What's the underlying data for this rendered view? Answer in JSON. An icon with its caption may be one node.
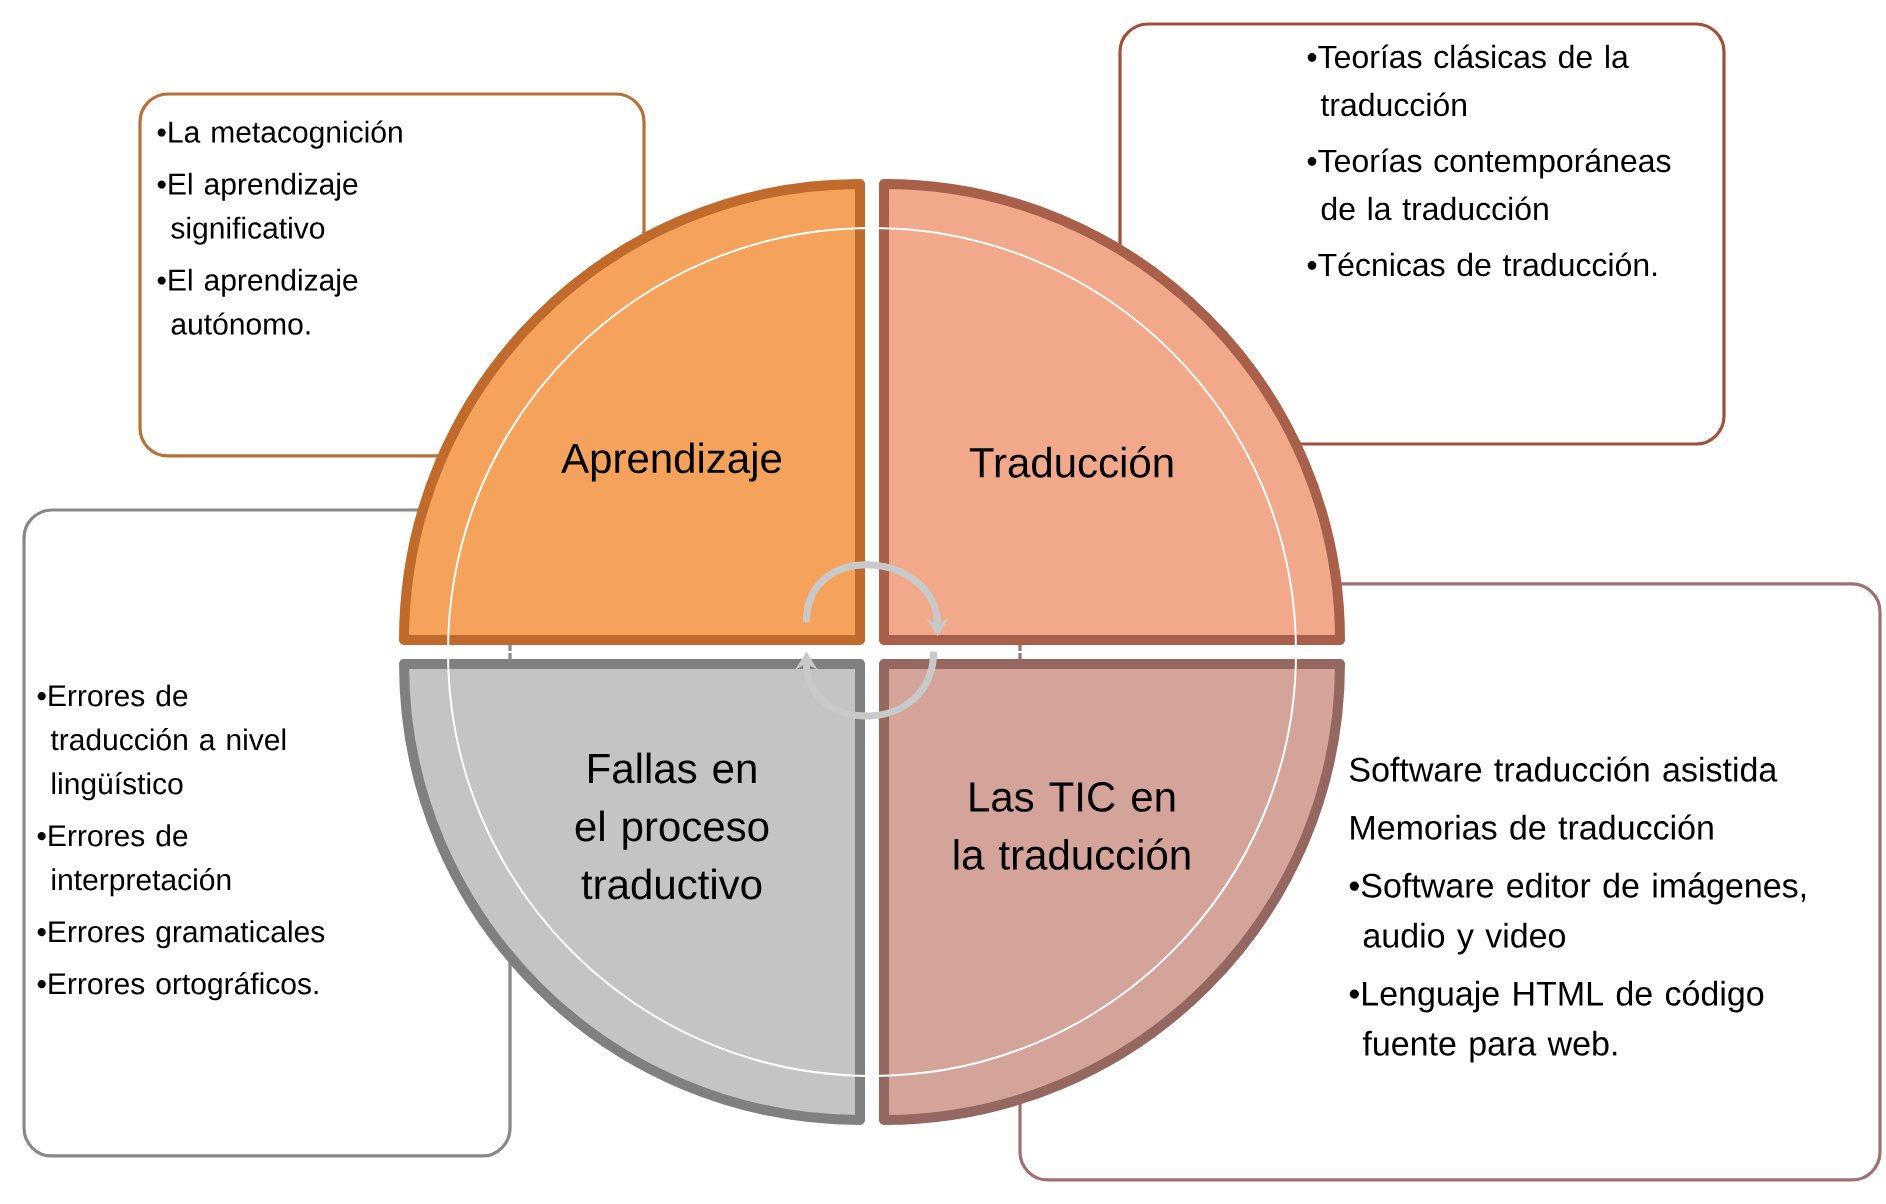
{
  "diagram": {
    "nodes": [
      {
        "text": [
          "•La metacognición",
          "•El aprendizaje significativo",
          "•El aprendizaje autónomo."
        ]
      },
      {
        "text": [
          "•Teorías clásicas de la traducción",
          "•Teorías contemporáneas de la traducción",
          "•Técnicas de traducción."
        ]
      },
      {
        "text": [
          "Aprendizaje"
        ]
      },
      {
        "text": [
          "Traducción"
        ]
      },
      {
        "text": [
          "•Errores de traducción a nivel lingüístico",
          "•Errores de interpretación",
          "•Errores gramaticales",
          "•Errores ortográficos."
        ]
      },
      {
        "text": [
          "Fallas en el proceso traductivo"
        ]
      },
      {
        "text": [
          "Las TIC en la traducción"
        ]
      },
      {
        "text": [
          "Software traducción asistida",
          "Memorias de traducción",
          "•Software editor de imágenes, audio y video",
          "•Lenguaje HTML  de código fuente para web."
        ]
      }
    ],
    "edges": [
      {
        "from": 2,
        "to": 3,
        "arrow": "to"
      },
      {
        "from": 6,
        "to": 5,
        "arrow": "to"
      }
    ]
  }
}
